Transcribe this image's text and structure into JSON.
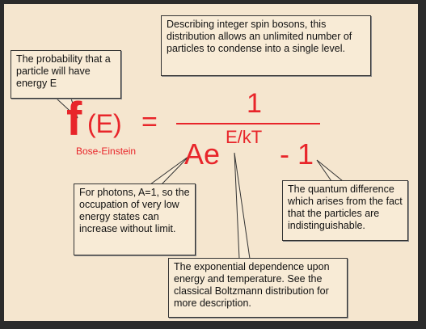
{
  "formula": {
    "f": "f",
    "arg": "(E)",
    "equals": "=",
    "subscript": "Bose-Einstein",
    "numerator": "1",
    "denom_base": "Ae",
    "exponent": "E/kT",
    "minus_one": "- 1"
  },
  "callouts": {
    "probability": "The probability that a particle will have energy E",
    "bosons": "Describing integer spin bosons, this distribution allows an unlimited number of particles to condense into a single level.",
    "photons": "For photons, A=1, so the occupation of very low energy states can increase without limit.",
    "quantum": "The quantum difference which arises from the fact that the particles are indistinguishable.",
    "exponential": "The exponential dependence upon energy and temperature. See the classical Boltzmann distribution for more description."
  },
  "colors": {
    "formula_red": "#e8252a",
    "background": "#f5e6cf",
    "frame": "#2b2b2b"
  }
}
